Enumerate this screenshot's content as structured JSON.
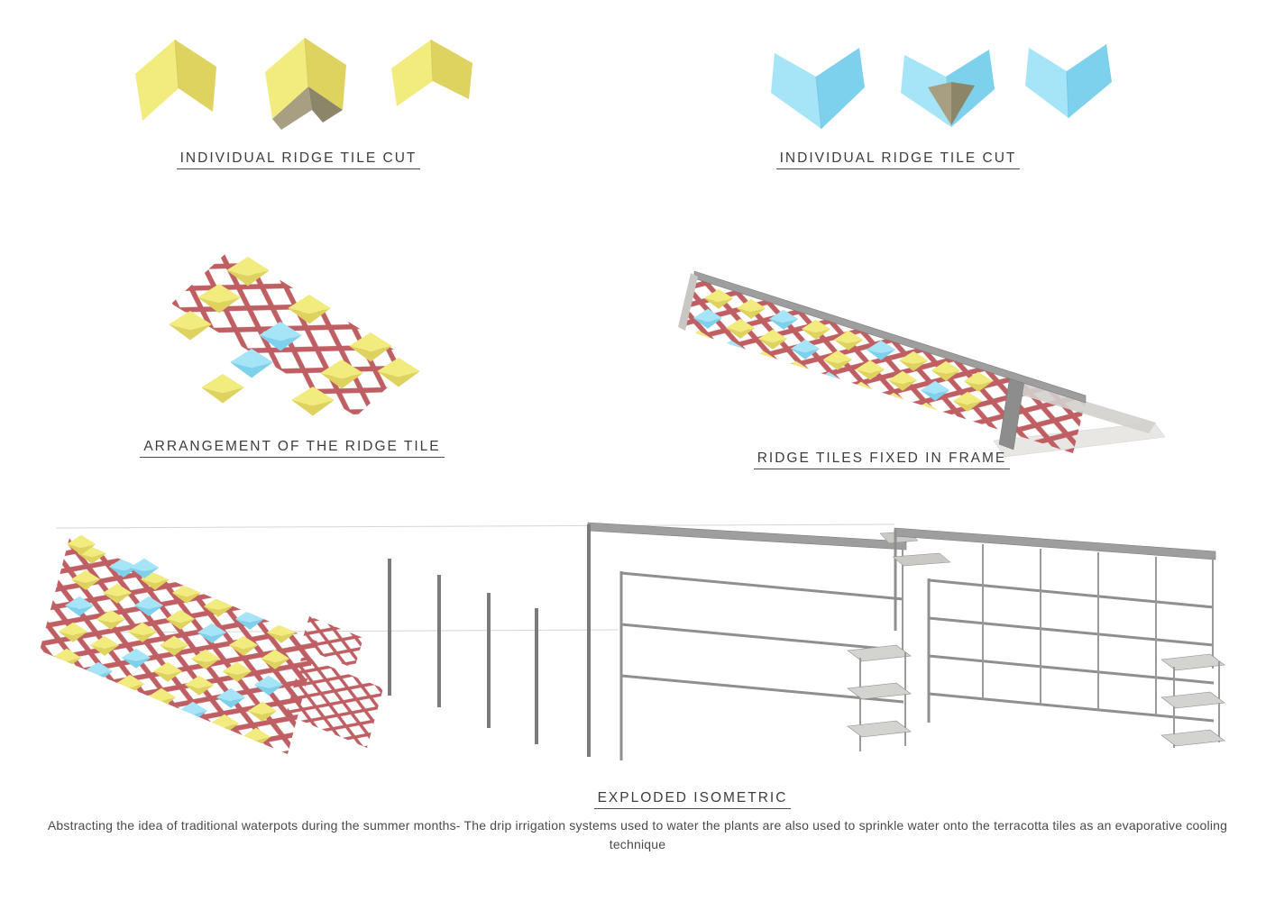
{
  "sections": {
    "individual_yellow": {
      "label": "INDIVIDUAL RIDGE TILE CUT"
    },
    "individual_cyan": {
      "label": "INDIVIDUAL RIDGE TILE CUT"
    },
    "arrangement": {
      "label": "ARRANGEMENT OF THE RIDGE TILE"
    },
    "frame": {
      "label": "RIDGE TILES FIXED IN FRAME"
    },
    "exploded": {
      "label": "EXPLODED ISOMETRIC"
    }
  },
  "caption": "Abstracting the idea of traditional waterpots during the summer months- The drip irrigation systems used to water the plants are also used to sprinkle water onto the terracotta tiles as an evaporative cooling  technique",
  "colors": {
    "tile_yellow": "#f2eb7d",
    "tile_yellow_shade": "#ddd35e",
    "tile_underside_gray": "#a89f83",
    "tile_underside_gray_dark": "#8d8568",
    "tile_cyan": "#a6e4f7",
    "tile_cyan_shade": "#7ed1ec",
    "lattice_red": "#c05f63",
    "lattice_red_light": "#df9394",
    "frame_gray": "#9e9e9e",
    "frame_gray_dark": "#6f6f6f",
    "shelf_gray": "#d3d3d0",
    "text": "#3d3d3d",
    "caption_text": "#4a4a4a",
    "page_bg": "#ffffff"
  }
}
